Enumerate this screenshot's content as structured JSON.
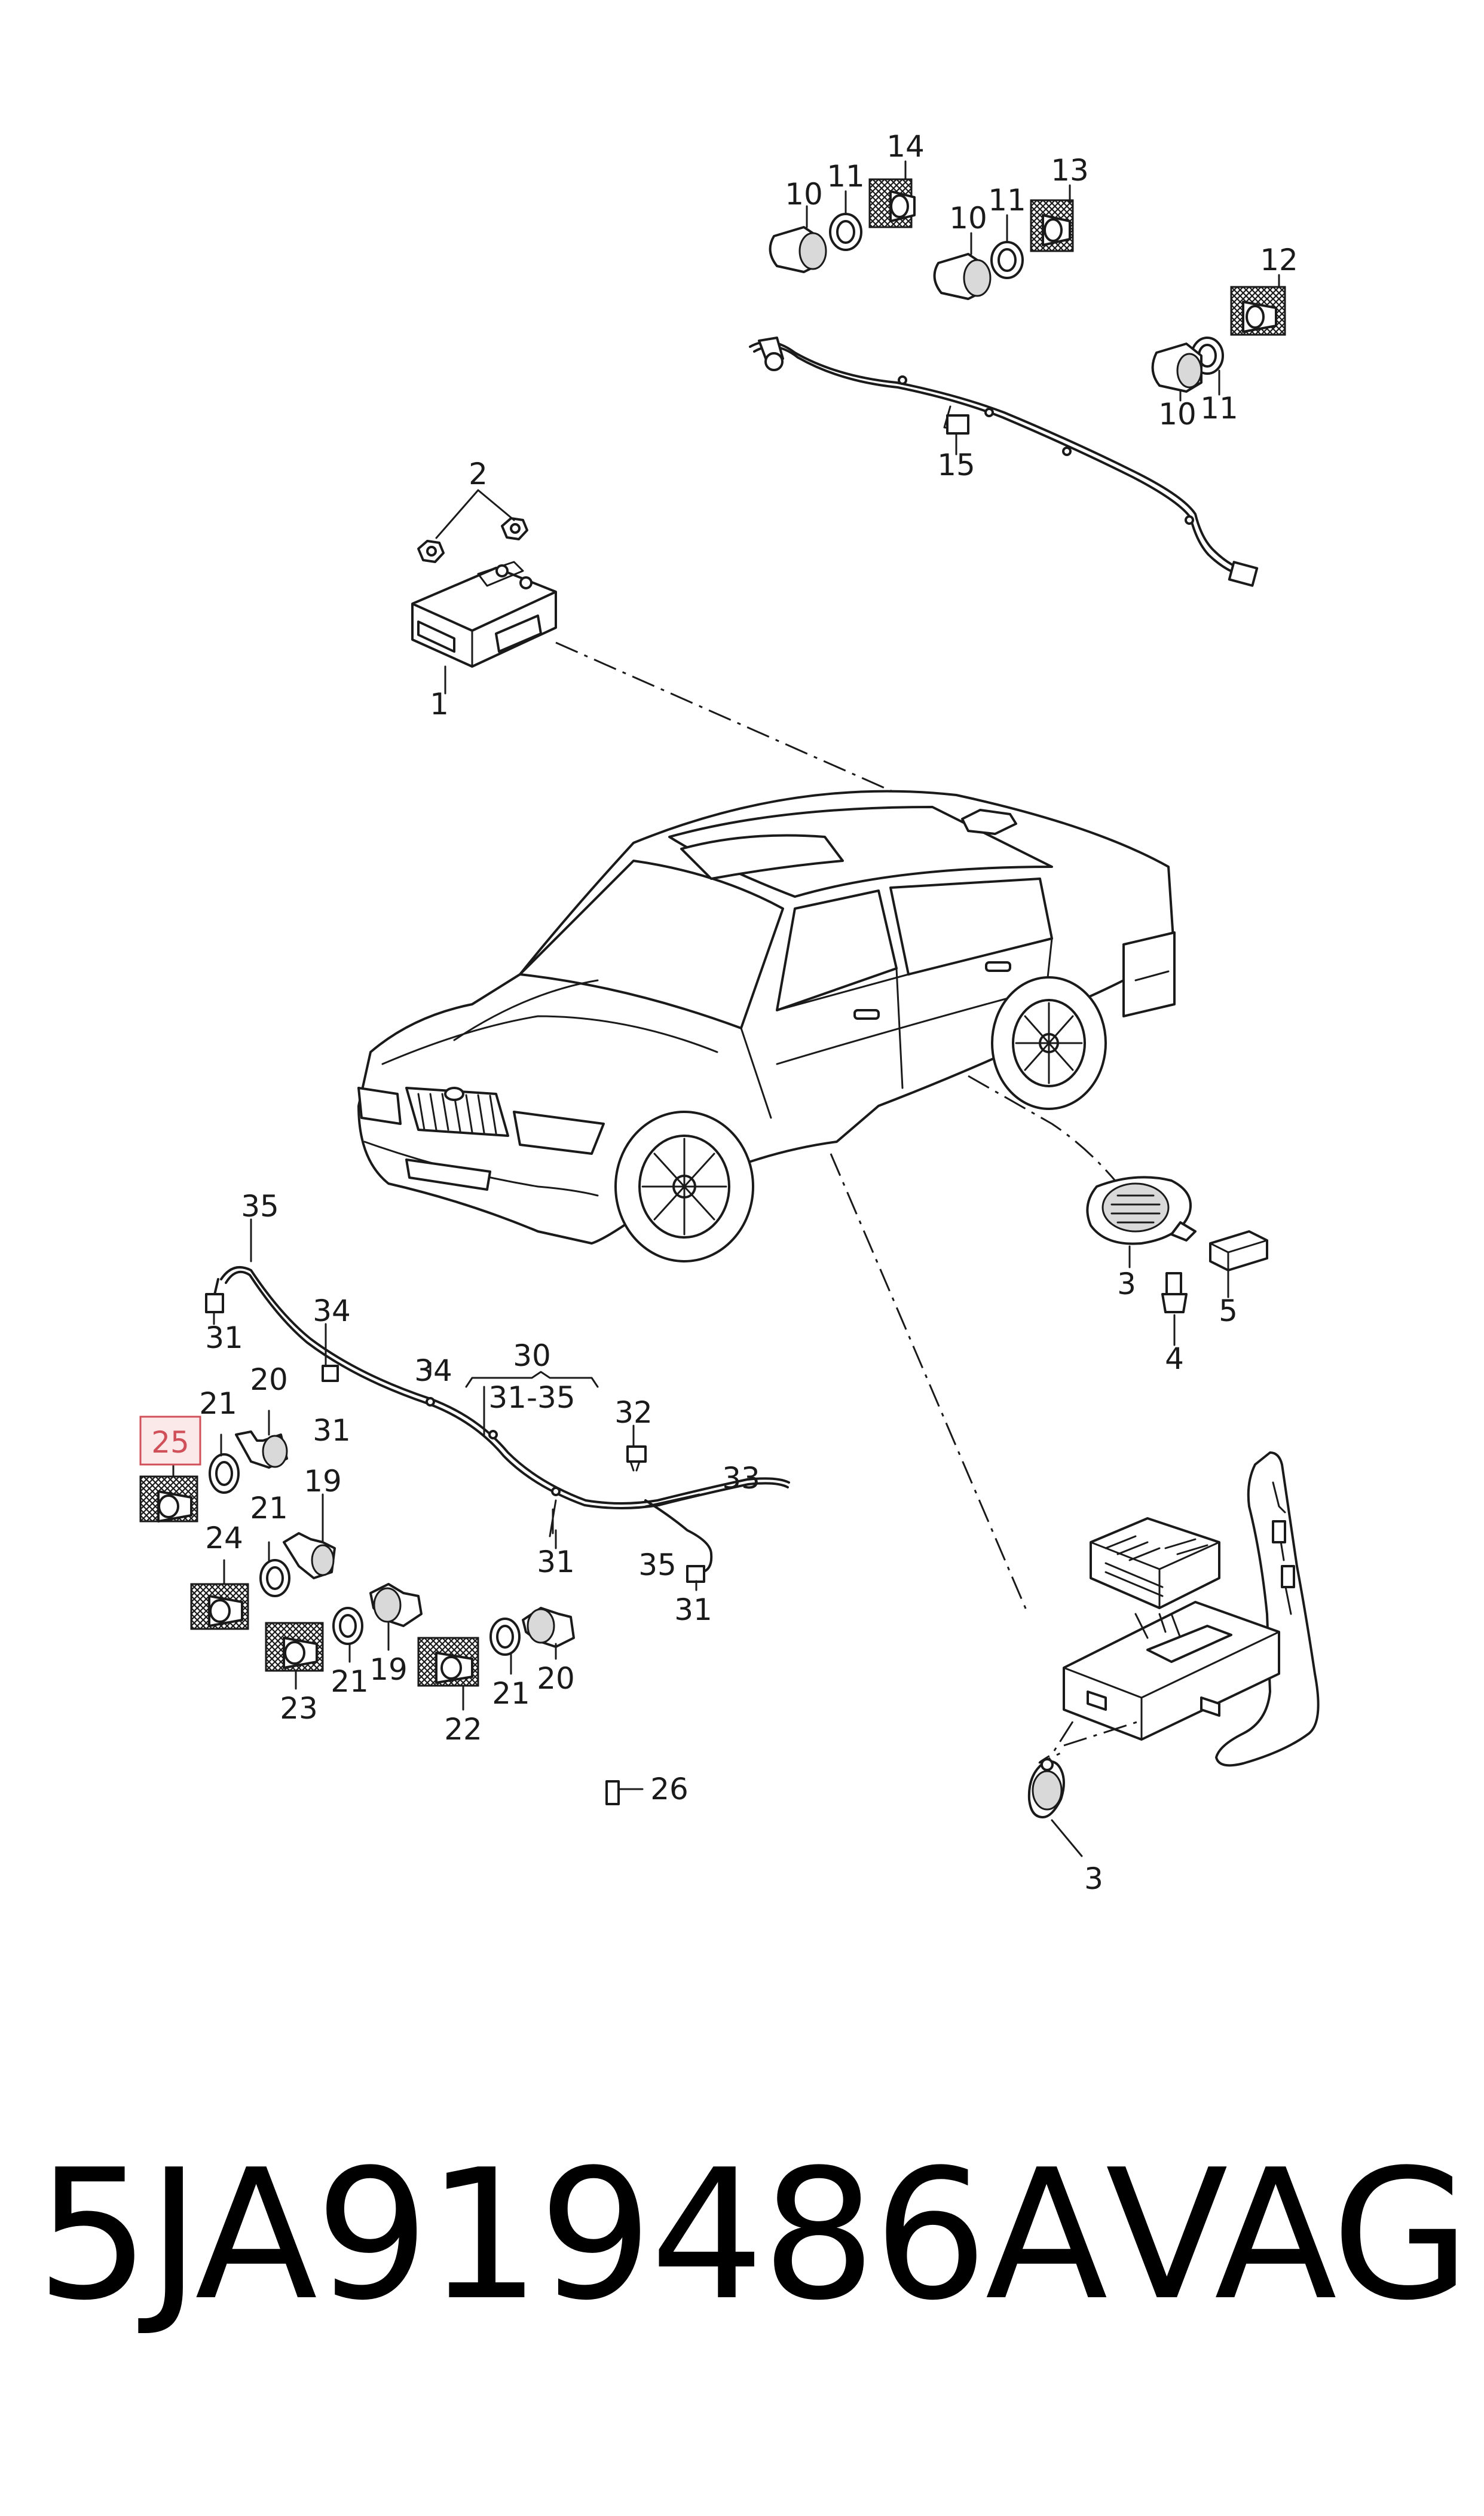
{
  "colors": {
    "ink": "#1a1a1a",
    "highlight_border": "#d0505a",
    "highlight_fill": "#fbe9ea",
    "background": "#ffffff"
  },
  "labels": {
    "l1": "1",
    "l2": "2",
    "l3a": "3",
    "l3b": "3",
    "l4": "4",
    "l5": "5",
    "l10a": "10",
    "l10b": "10",
    "l10c": "10",
    "l11a": "11",
    "l11b": "11",
    "l11c": "11",
    "l12": "12",
    "l13": "13",
    "l14": "14",
    "l15": "15",
    "l19a": "19",
    "l19b": "19",
    "l20a": "20",
    "l20b": "20",
    "l21a": "21",
    "l21b": "21",
    "l21c": "21",
    "l21d": "21",
    "l22": "22",
    "l23": "23",
    "l24": "24",
    "l25": "25",
    "l26": "26",
    "l30": "30",
    "l30range": "31-35",
    "l31a": "31",
    "l31b": "31",
    "l31c": "31",
    "l31d": "31",
    "l32": "32",
    "l33": "33",
    "l34a": "34",
    "l34b": "34",
    "l35a": "35",
    "l35b": "35"
  },
  "highlighted_part": "25",
  "footer": {
    "part_number": "5JA919486A",
    "brand": "VAG"
  }
}
